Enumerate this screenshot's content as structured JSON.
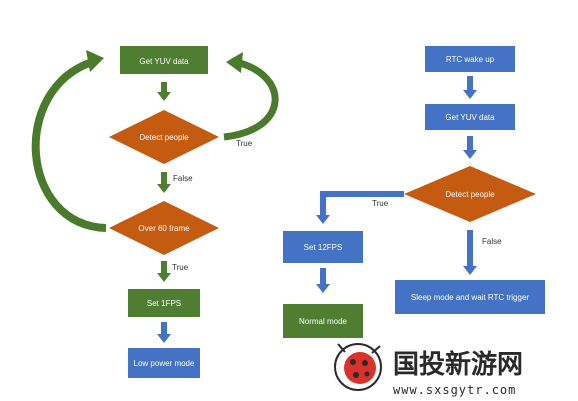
{
  "colors": {
    "green": "#4f7e33",
    "blue": "#4472c4",
    "orange": "#c55a11",
    "dark_green_arc": "#4a7a2c",
    "watermark_red": "#d9322a"
  },
  "left_flow": {
    "get_yuv": "Get YUV data",
    "detect": "Detect people",
    "true_label": "True",
    "false_label": "False",
    "over60": "Over 60 frame",
    "true_label_2": "True",
    "set1fps": "Set 1FPS",
    "lowpower": "Low power mode"
  },
  "right_flow": {
    "rtc": "RTC wake up",
    "get_yuv": "Get YUV data",
    "detect": "Detect people",
    "true_label": "True",
    "false_label": "False",
    "set12fps": "Set 12FPS",
    "normal": "Normal mode",
    "sleep": "Sleep mode and wait RTC trigger"
  },
  "watermark": {
    "logo_icon": "ladybug-logo",
    "cn_text": "国投新游网",
    "url": "www.sxsgytr.com"
  }
}
